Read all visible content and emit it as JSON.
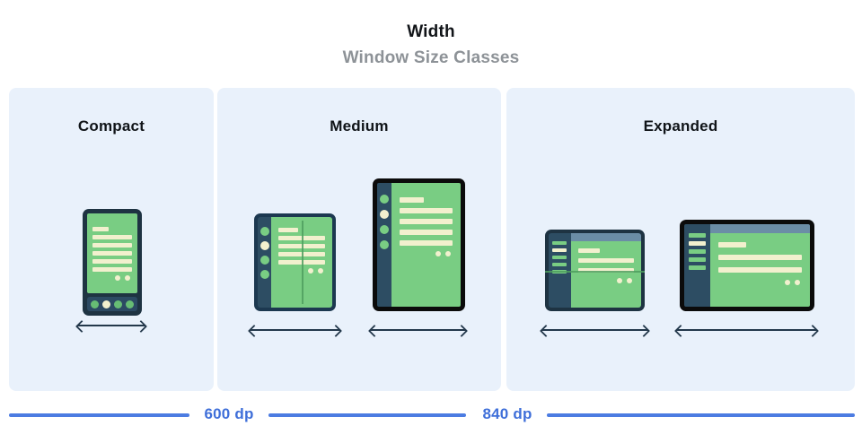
{
  "title": {
    "main": "Width",
    "subtitle": "Window Size Classes"
  },
  "panels": [
    {
      "id": "compact",
      "label": "Compact",
      "devices": [
        "phone-portrait"
      ]
    },
    {
      "id": "medium",
      "label": "Medium",
      "devices": [
        "foldable-portrait",
        "tablet-portrait"
      ]
    },
    {
      "id": "expanded",
      "label": "Expanded",
      "devices": [
        "foldable-landscape",
        "tablet-landscape"
      ]
    }
  ],
  "scale": {
    "breakpoints": [
      "600 dp",
      "840 dp"
    ]
  },
  "colors": {
    "panel_bg": "#e9f1fb",
    "frame_navy": "#1e3342",
    "rail_navy": "#2d4d63",
    "screen_green": "#79cd83",
    "fold_green": "#4f9e5f",
    "content_cream": "#f2f0ce",
    "header_strip": "#6b8da6",
    "frame_black": "#0b0b0b",
    "accent_blue": "#4c7ce2",
    "label_blue": "#3f6fd9",
    "subtitle_gray": "#8d9297",
    "arrow_navy": "#23384b",
    "navbar_navy": "#2c4a63"
  }
}
